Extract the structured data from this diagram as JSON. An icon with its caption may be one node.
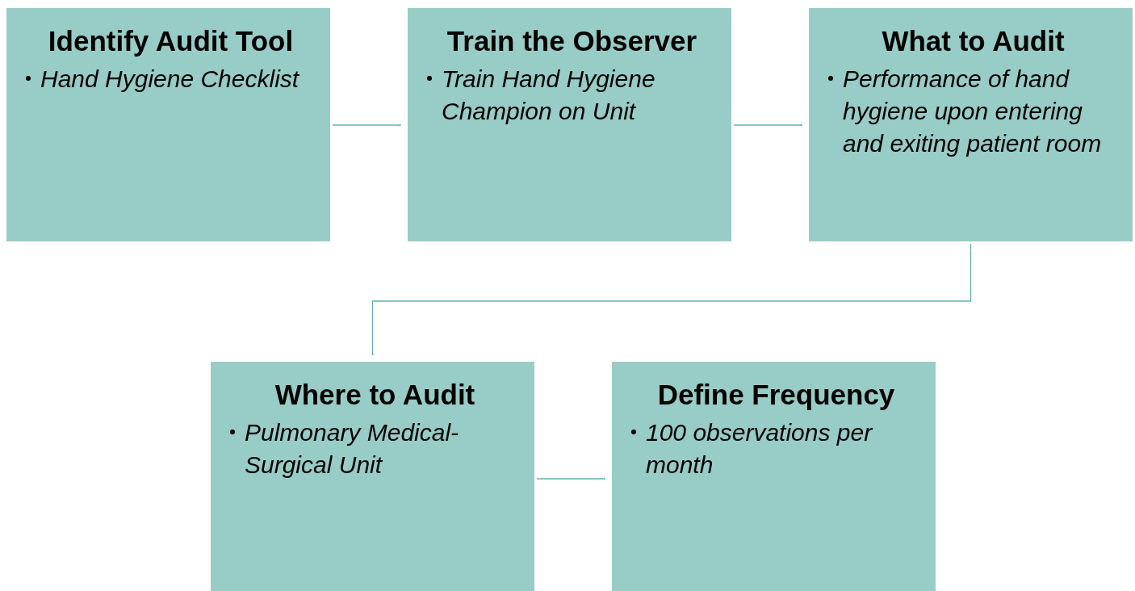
{
  "diagram": {
    "nodes": [
      {
        "text": [
          "Identify Audit Tool",
          "Hand Hygiene Checklist"
        ]
      },
      {
        "text": [
          "Train the Observer",
          "Train Hand Hygiene Champion on Unit"
        ]
      },
      {
        "text": [
          "What to Audit",
          "Performance of hand hygiene upon entering and exiting patient room"
        ]
      },
      {
        "text": [
          "Where to Audit",
          "Pulmonary Medical-Surgical Unit"
        ]
      },
      {
        "text": [
          "Define Frequency",
          "100 observations per month"
        ]
      }
    ],
    "edges": [
      {
        "from": 0,
        "to": 1,
        "arrow": "to"
      },
      {
        "from": 1,
        "to": 2,
        "arrow": "to"
      },
      {
        "from": 2,
        "to": 3,
        "arrow": "to"
      },
      {
        "from": 3,
        "to": 4,
        "arrow": "to"
      }
    ]
  }
}
